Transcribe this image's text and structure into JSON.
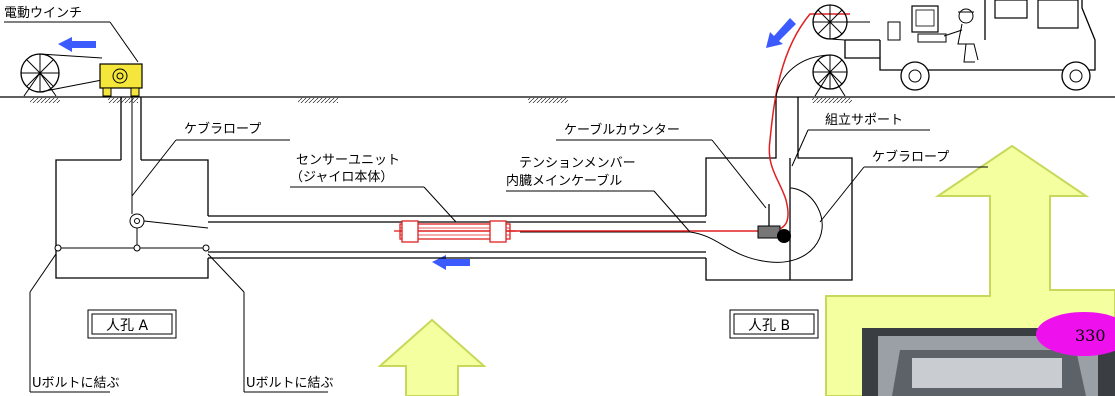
{
  "labels": {
    "winch": "電動ウインチ",
    "kevlar_rope_left": "ケブラロープ",
    "sensor_unit_line1": "センサーユニット",
    "sensor_unit_line2": "（ジャイロ本体）",
    "tension_member_line1": "テンションメンバー",
    "tension_member_line2": "内臓メインケーブル",
    "cable_counter": "ケーブルカウンター",
    "assembly_support": "組立サポート",
    "kevlar_rope_right": "ケブラロープ",
    "manhole_a": "人孔 A",
    "manhole_b": "人孔 B",
    "ubolt_left": "Uボルトに結ぶ",
    "ubolt_right": "Uボルトに結ぶ",
    "badge_number": "330"
  },
  "colors": {
    "winch_fill": "#f4e63a",
    "arrow_blue": "#3b5bff",
    "cable_red": "#e02020",
    "big_arrow_fill": "#f4ffa0",
    "big_arrow_stroke": "#c8d85a",
    "badge_fill": "#ee11ee",
    "photo_dark": "#3a3d42"
  }
}
